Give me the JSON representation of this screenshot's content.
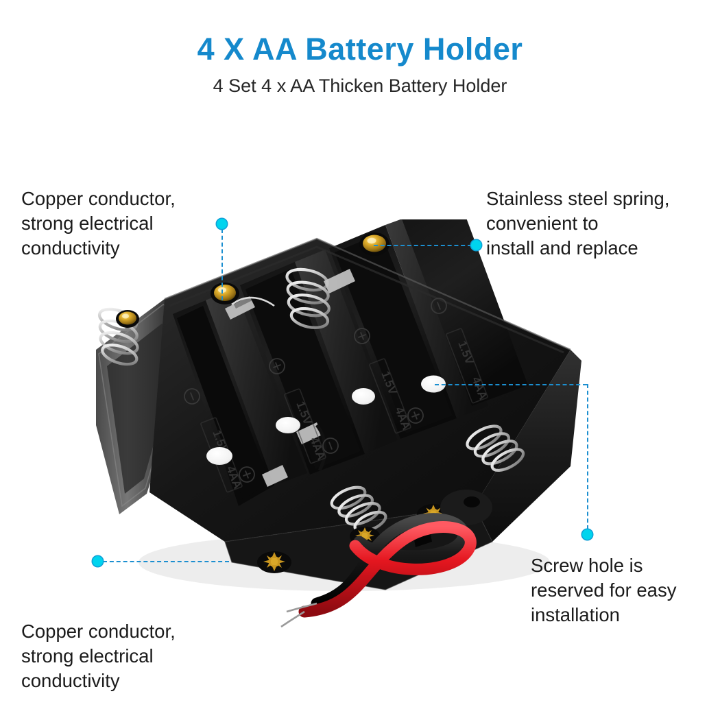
{
  "header": {
    "title": "4 X AA Battery Holder",
    "subtitle": "4 Set 4 x AA Thicken Battery Holder",
    "title_color": "#1589cc",
    "subtitle_color": "#262626"
  },
  "background_color": "#ffffff",
  "accent": {
    "dot_color": "#00d4ee",
    "dot_ring_color": "#0f9fd6",
    "dash_color": "#1c8fd0"
  },
  "callouts": [
    {
      "id": "copper-conductor-top",
      "text": "Copper conductor,\nstrong electrical\nconductivity",
      "position": "top-left"
    },
    {
      "id": "stainless-steel-spring",
      "text": "Stainless steel spring,\nconvenient to\ninstall and replace",
      "position": "top-right"
    },
    {
      "id": "copper-conductor-bottom",
      "text": "Copper conductor,\nstrong electrical\nconductivity",
      "position": "bottom-left"
    },
    {
      "id": "screw-hole",
      "text": "Screw hole is\nreserved for easy\ninstallation",
      "position": "bottom-right"
    }
  ],
  "product": {
    "name": "4 x AA battery holder",
    "body_color": "#141414",
    "wall_color": "#2b2b2b",
    "contact_color": "#c9961f",
    "spring_color": "#d8d8d8",
    "wire_red": "#e01b23",
    "wire_black": "#151515",
    "cell_count": 4,
    "embossed_labels": [
      "1.5V",
      "4AA"
    ],
    "polarity_symbols": [
      "+",
      "-"
    ]
  }
}
